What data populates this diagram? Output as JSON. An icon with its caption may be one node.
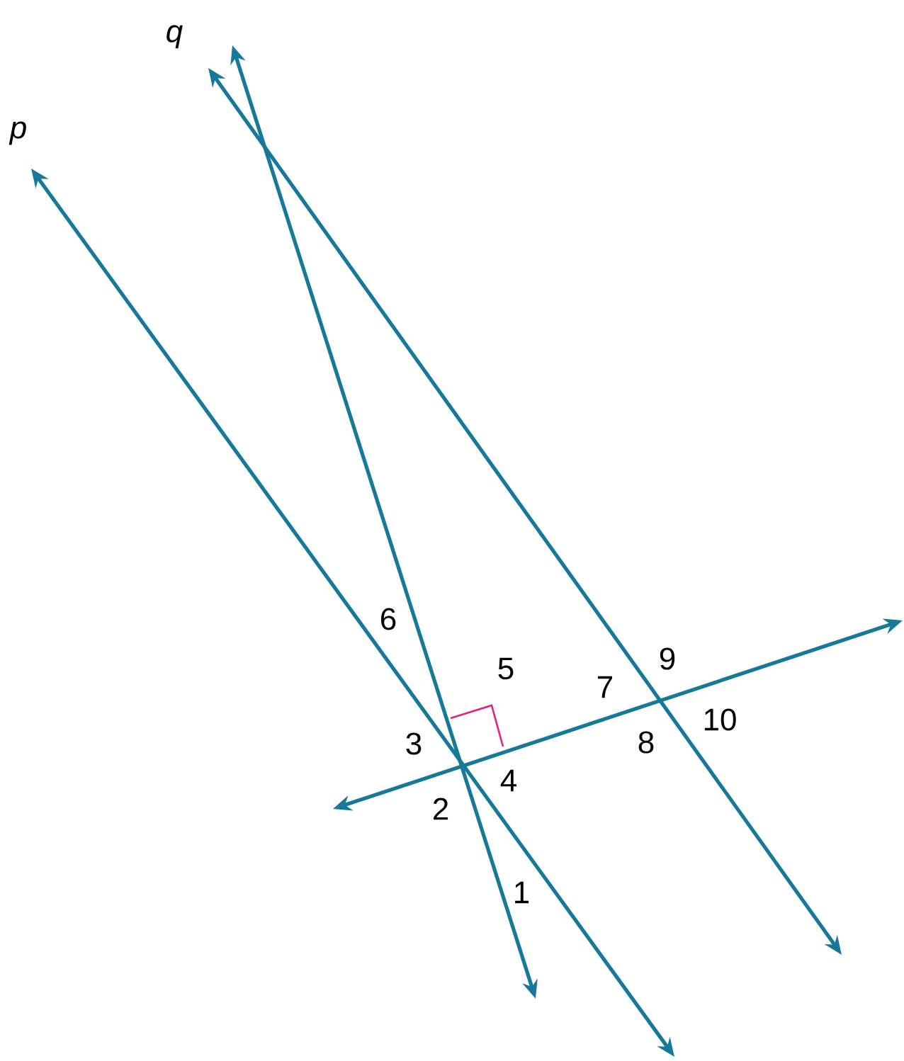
{
  "diagram": {
    "labels": [
      "q",
      "p",
      "6",
      "9",
      "5",
      "7",
      "10",
      "3",
      "8",
      "4",
      "2",
      "1"
    ]
  }
}
